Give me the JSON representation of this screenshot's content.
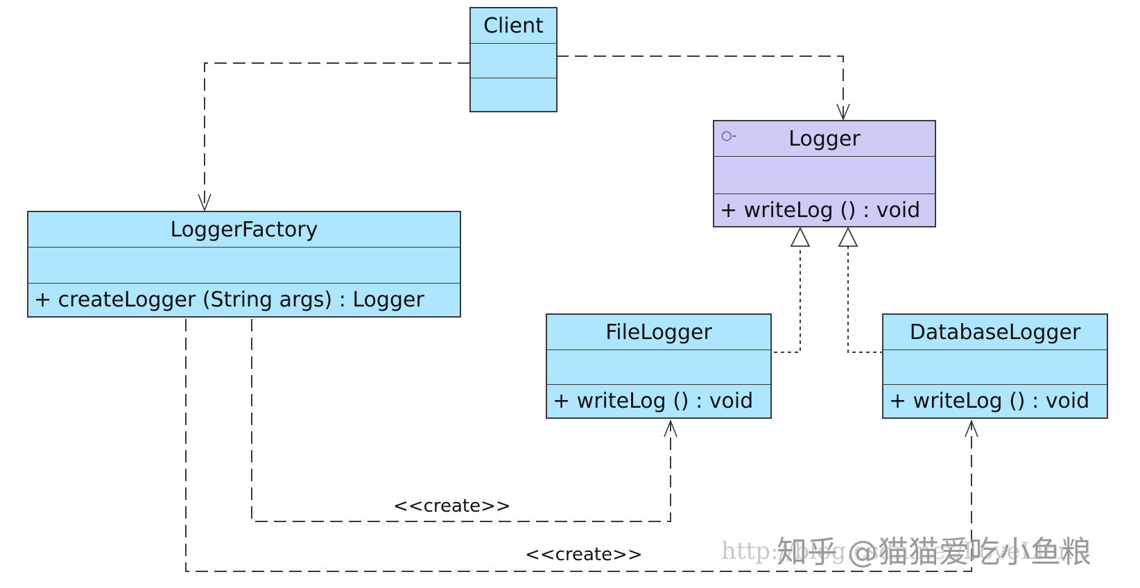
{
  "classes": {
    "client": {
      "name": "Client",
      "ops": ""
    },
    "logger": {
      "name": "Logger",
      "ops": "+ writeLog () : void",
      "marker": "○-"
    },
    "factory": {
      "name": "LoggerFactory",
      "ops": "+ createLogger (String args) : Logger"
    },
    "file_logger": {
      "name": "FileLogger",
      "ops": "+ writeLog () : void"
    },
    "db_logger": {
      "name": "DatabaseLogger",
      "ops": "+ writeLog () : void"
    }
  },
  "relations": {
    "create_file": "<<create>>",
    "create_db": "<<create>>"
  },
  "watermark": {
    "url": "http://blog.csdn.net/LoveLion",
    "text": "知乎 @猫猫爱吃小鱼粮"
  },
  "colors": {
    "class_fill": "#aee6ff",
    "interface_fill": "#ccccf7",
    "line": "#3a3a3a"
  }
}
